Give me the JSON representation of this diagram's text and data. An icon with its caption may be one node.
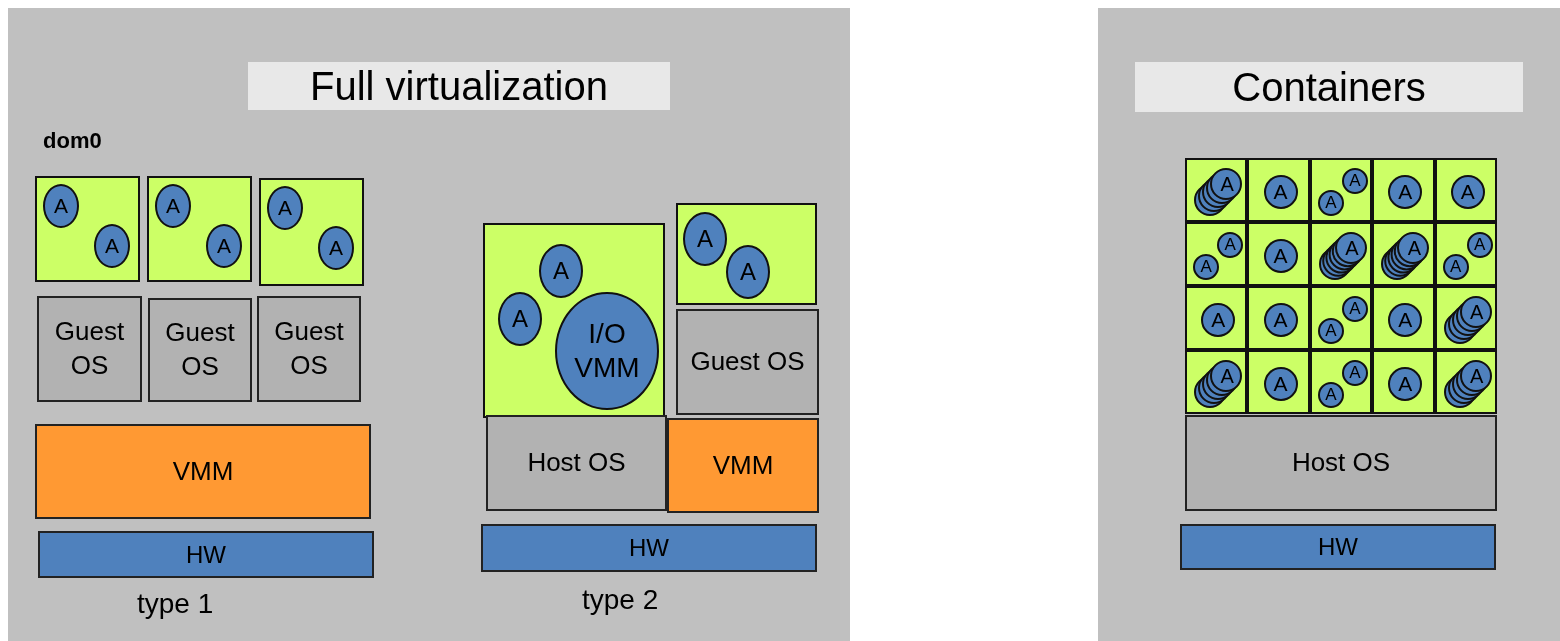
{
  "diagram": {
    "nodes": [
      {
        "text": [
          "Full virtualization"
        ]
      },
      {
        "text": [],
        "shape": "box",
        "in": 0,
        "beside": [
          "dom0"
        ]
      },
      {
        "text": [
          "A"
        ],
        "in": 1
      },
      {
        "text": [
          "A"
        ],
        "in": 1
      },
      {
        "text": [],
        "shape": "box",
        "in": 0
      },
      {
        "text": [
          "A"
        ],
        "in": 4
      },
      {
        "text": [
          "A"
        ],
        "in": 4
      },
      {
        "text": [],
        "shape": "box",
        "in": 0
      },
      {
        "text": [
          "A"
        ],
        "in": 7
      },
      {
        "text": [
          "A"
        ],
        "in": 7
      },
      {
        "text": [
          "Guest OS"
        ],
        "in": 0
      },
      {
        "text": [
          "Guest OS"
        ],
        "in": 0
      },
      {
        "text": [
          "Guest OS"
        ],
        "in": 0
      },
      {
        "text": [
          "VMM"
        ],
        "in": 0
      },
      {
        "text": [
          "HW"
        ],
        "in": 0
      },
      {
        "text": [],
        "shape": "box",
        "in": 0
      },
      {
        "text": [
          "A"
        ],
        "in": 15
      },
      {
        "text": [
          "A"
        ],
        "in": 15
      },
      {
        "text": [
          "I/O VMM"
        ],
        "in": 15
      },
      {
        "text": [],
        "shape": "box",
        "in": 0
      },
      {
        "text": [
          "A"
        ],
        "in": 19
      },
      {
        "text": [
          "A"
        ],
        "in": 19
      },
      {
        "text": [
          "Guest OS"
        ],
        "in": 0
      },
      {
        "text": [
          "Host OS"
        ],
        "in": 0
      },
      {
        "text": [
          "VMM"
        ],
        "in": 0
      },
      {
        "text": [
          "HW"
        ],
        "in": 0
      },
      {
        "text": [
          "Containers"
        ]
      },
      {
        "text": [],
        "shape": "box",
        "in": 26
      },
      {
        "text": [
          "A"
        ],
        "in": 27
      },
      {
        "text": [],
        "shape": "box",
        "in": 26
      },
      {
        "text": [
          "A"
        ],
        "in": 29
      },
      {
        "text": [],
        "shape": "box",
        "in": 26
      },
      {
        "text": [
          "A"
        ],
        "in": 31
      },
      {
        "text": [
          "A"
        ],
        "in": 31
      },
      {
        "text": [],
        "shape": "box",
        "in": 26
      },
      {
        "text": [
          "A"
        ],
        "in": 34
      },
      {
        "text": [],
        "shape": "box",
        "in": 26
      },
      {
        "text": [
          "A"
        ],
        "in": 36
      },
      {
        "text": [],
        "shape": "box",
        "in": 26
      },
      {
        "text": [
          "A"
        ],
        "in": 38
      },
      {
        "text": [
          "A"
        ],
        "in": 38
      },
      {
        "text": [],
        "shape": "box",
        "in": 26
      },
      {
        "text": [
          "A"
        ],
        "in": 41
      },
      {
        "text": [],
        "shape": "box",
        "in": 26
      },
      {
        "text": [
          "A"
        ],
        "in": 43
      },
      {
        "text": [],
        "shape": "box",
        "in": 26
      },
      {
        "text": [
          "A"
        ],
        "in": 45
      },
      {
        "text": [],
        "shape": "box",
        "in": 26
      },
      {
        "text": [
          "A"
        ],
        "in": 47
      },
      {
        "text": [
          "A"
        ],
        "in": 47
      },
      {
        "text": [],
        "shape": "box",
        "in": 26
      },
      {
        "text": [
          "A"
        ],
        "in": 50
      },
      {
        "text": [],
        "shape": "box",
        "in": 26
      },
      {
        "text": [
          "A"
        ],
        "in": 52
      },
      {
        "text": [],
        "shape": "box",
        "in": 26
      },
      {
        "text": [
          "A"
        ],
        "in": 54
      },
      {
        "text": [
          "A"
        ],
        "in": 54
      },
      {
        "text": [],
        "shape": "box",
        "in": 26
      },
      {
        "text": [
          "A"
        ],
        "in": 57
      },
      {
        "text": [],
        "shape": "box",
        "in": 26
      },
      {
        "text": [
          "A"
        ],
        "in": 59
      },
      {
        "text": [],
        "shape": "box",
        "in": 26
      },
      {
        "text": [
          "A"
        ],
        "in": 61
      },
      {
        "text": [],
        "shape": "box",
        "in": 26
      },
      {
        "text": [
          "A"
        ],
        "in": 63
      },
      {
        "text": [],
        "shape": "box",
        "in": 26
      },
      {
        "text": [
          "A"
        ],
        "in": 65
      },
      {
        "text": [
          "A"
        ],
        "in": 65
      },
      {
        "text": [],
        "shape": "box",
        "in": 26
      },
      {
        "text": [
          "A"
        ],
        "in": 68
      },
      {
        "text": [],
        "shape": "box",
        "in": 26
      },
      {
        "text": [
          "A"
        ],
        "in": 70
      },
      {
        "text": [
          "Host OS"
        ],
        "in": 26
      },
      {
        "text": [
          "HW"
        ],
        "in": 26
      }
    ],
    "labels": [
      "type 1",
      "type 2"
    ]
  }
}
